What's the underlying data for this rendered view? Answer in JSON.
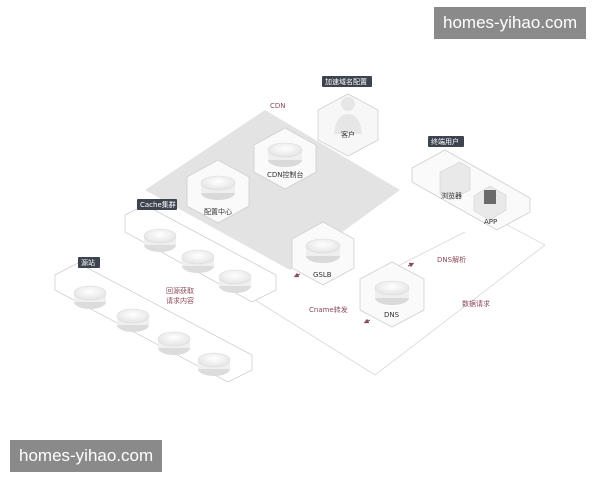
{
  "watermark": {
    "top": "homes-yihao.com",
    "bottom": "homes-yihao.com"
  },
  "tags": {
    "domain_config": "加速域名配置",
    "end_user": "终端用户",
    "cache_cluster": "Cache集群",
    "origin": "源站"
  },
  "nodes": {
    "customer": "客户",
    "cdn_console": "CDN控制台",
    "config_center": "配置中心",
    "gslb": "GSLB",
    "dns": "DNS",
    "browser": "浏览器",
    "app": "APP"
  },
  "annotations": {
    "cdn": "CDN",
    "dns_resolve": "DNS解析",
    "data_request": "数据请求",
    "cname_forward": "Cname转发",
    "back_to_origin_line1": "回源获取",
    "back_to_origin_line2": "请求内容"
  },
  "colors": {
    "plane": "#e3e3e3",
    "tag_bg": "#3d4450",
    "accent": "#8b4a5a",
    "disk": "#f2f2f2"
  }
}
